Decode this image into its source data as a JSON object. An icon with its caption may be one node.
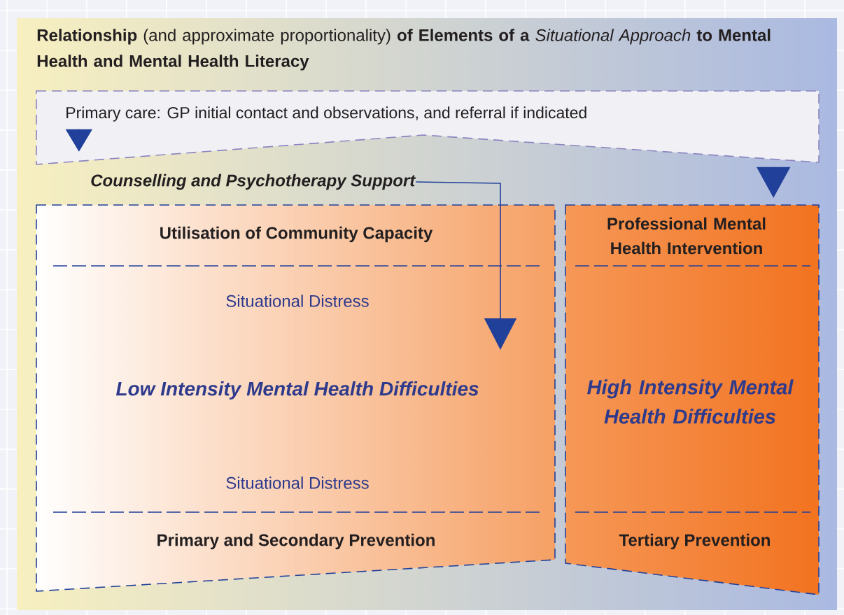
{
  "diagram": {
    "title": "**Relationship** (and approximate proportionality) **of Elements of a** *Situational Approach* **to Mental Health and Mental Health Literacy**",
    "nodes": [
      {
        "text": [
          "Primary care: GP initial contact and observations, and referral if indicated"
        ]
      },
      {
        "text": [
          "Counselling and Psychotherapy Support"
        ]
      },
      {
        "text": [
          "Utilisation of Community Capacity",
          "Situational Distress",
          "Low Intensity Mental Health Difficulties",
          "Situational Distress",
          "Primary and Secondary Prevention"
        ]
      },
      {
        "text": [
          "Professional Mental Health Intervention",
          "High Intensity Mental Health Difficulties",
          "Tertiary Prevention"
        ]
      }
    ],
    "edges": [
      {
        "from": 0,
        "to": null,
        "arrow": "to"
      },
      {
        "from": 1,
        "to": 2,
        "arrow": "to"
      },
      {
        "from": 0,
        "to": 3,
        "arrow": "to"
      }
    ]
  }
}
